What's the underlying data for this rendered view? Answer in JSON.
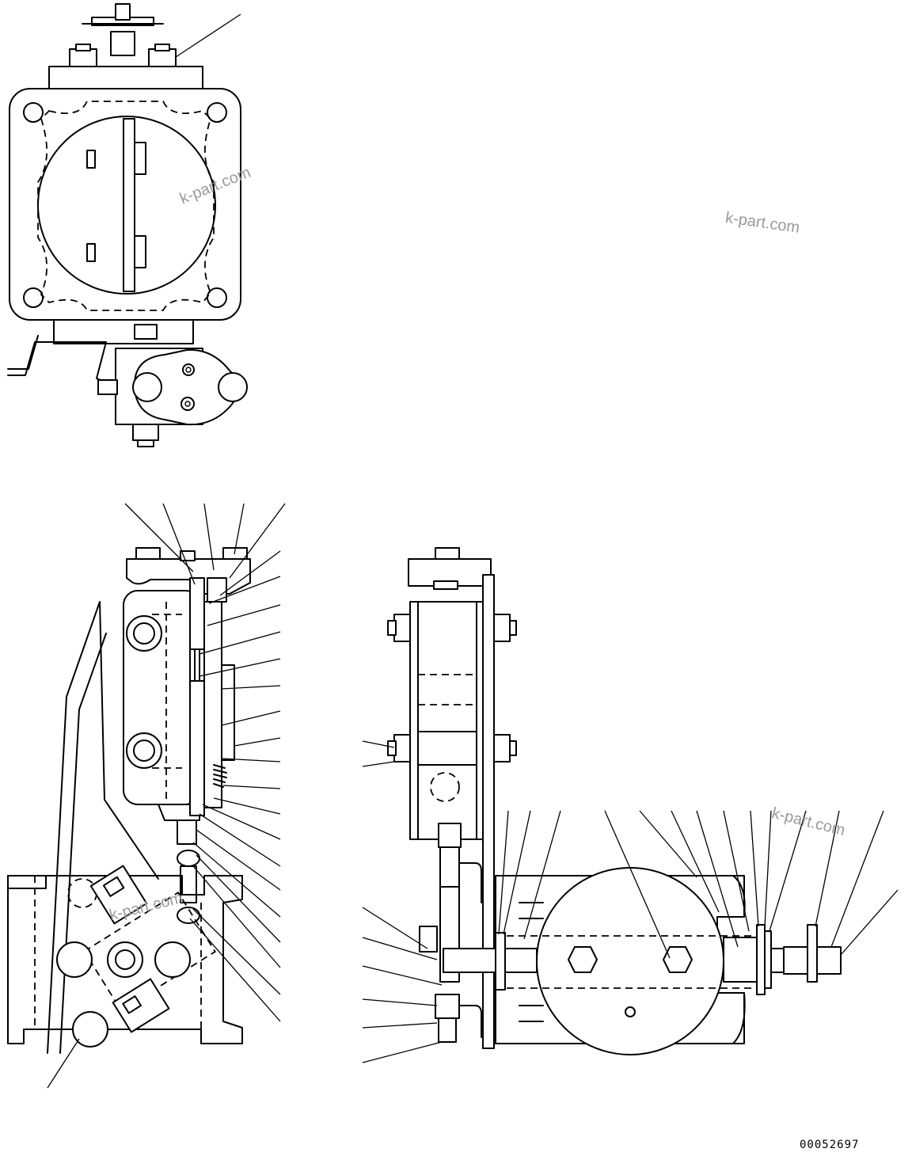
{
  "watermarks": [
    "k-part.com",
    "k-part.com",
    "k-part.com",
    "k-part.com"
  ],
  "drawing_number": "00052697"
}
